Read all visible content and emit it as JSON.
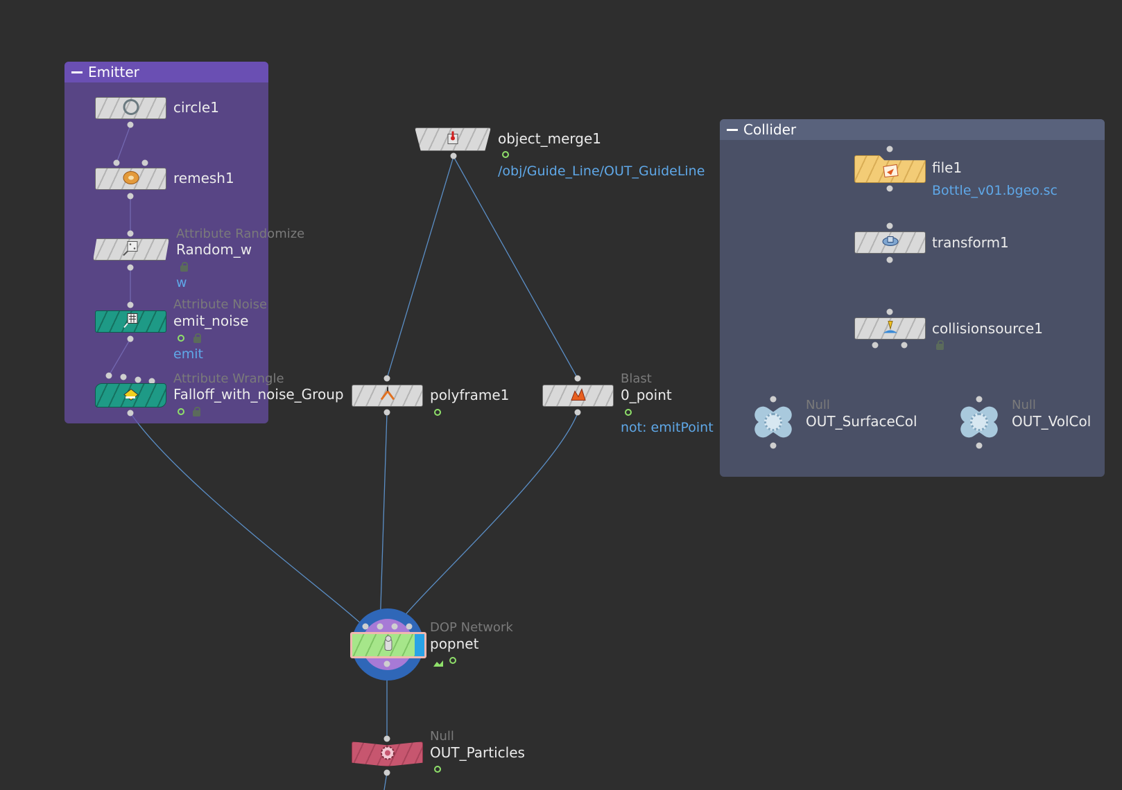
{
  "network_boxes": {
    "emitter": {
      "title": "Emitter",
      "color": "#6a4fa8"
    },
    "collider": {
      "title": "Collider",
      "color": "#4a5a7a"
    }
  },
  "nodes": {
    "circle1": {
      "name": "circle1",
      "icon": "circle-icon"
    },
    "remesh1": {
      "name": "remesh1",
      "icon": "remesh-icon"
    },
    "random_w": {
      "type": "Attribute Randomize",
      "name": "Random_w",
      "param": "w",
      "icon": "dice-icon"
    },
    "emit_noise": {
      "type": "Attribute Noise",
      "name": "emit_noise",
      "param": "emit",
      "icon": "noise-icon"
    },
    "falloff": {
      "type": "Attribute Wrangle",
      "name": "Falloff_with_noise_Group",
      "icon": "wrangle-icon"
    },
    "object_merge1": {
      "name": "object_merge1",
      "param": "/obj/Guide_Line/OUT_GuideLine",
      "icon": "merge-icon"
    },
    "polyframe1": {
      "name": "polyframe1",
      "icon": "polyframe-icon"
    },
    "blast": {
      "type": "Blast",
      "name": "0_point",
      "param": "not: emitPoint",
      "icon": "blast-icon"
    },
    "popnet": {
      "type": "DOP Network",
      "name": "popnet",
      "icon": "dop-icon"
    },
    "out_particles": {
      "type": "Null",
      "name": "OUT_Particles",
      "icon": "null-icon"
    },
    "file1": {
      "name": "file1",
      "param": "Bottle_v01.bgeo.sc",
      "icon": "file-icon"
    },
    "transform1": {
      "name": "transform1",
      "icon": "transform-icon"
    },
    "collisionsource1": {
      "name": "collisionsource1",
      "icon": "collision-icon"
    },
    "out_surfacecol": {
      "type": "Null",
      "name": "OUT_SurfaceCol",
      "icon": "null-icon"
    },
    "out_volcol": {
      "type": "Null",
      "name": "OUT_VolCol",
      "icon": "null-icon"
    }
  },
  "colors": {
    "background": "#2e2e2e",
    "wire": "#5b8fc7",
    "param_text": "#5fa8e8",
    "type_text": "#7a7a7a"
  }
}
